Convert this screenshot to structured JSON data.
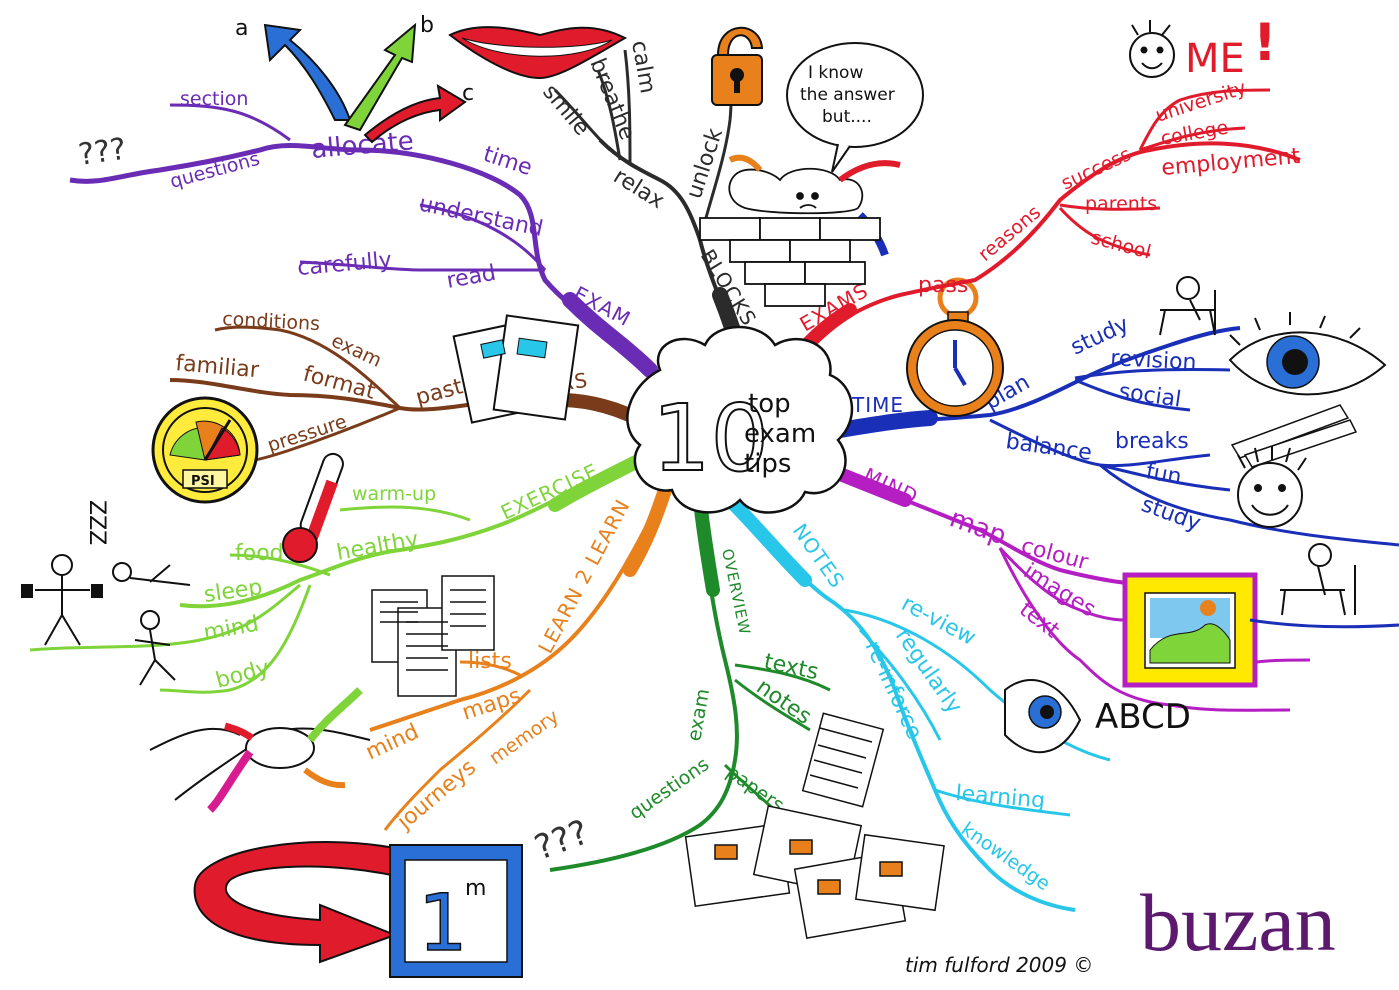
{
  "center": {
    "number": "10",
    "line1": "top",
    "line2": "exam",
    "line3": "tips"
  },
  "branches": {
    "exam": {
      "label": "EXAM",
      "children": [
        "time",
        "understand",
        "read",
        "carefully"
      ],
      "allocate": "allocate",
      "allocate_children": [
        "section",
        "questions"
      ],
      "unknown": "???",
      "arrows": [
        "a",
        "b",
        "c"
      ]
    },
    "papers": {
      "label": "PAPERS",
      "past": "past",
      "children": [
        "conditions",
        "exam",
        "format",
        "familiar",
        "pressure"
      ],
      "gauge": "PSI"
    },
    "exercise": {
      "label": "EXERCISE",
      "children": [
        "warm-up",
        "healthy",
        "food",
        "sleep",
        "mind",
        "body"
      ],
      "sleep_sound": "ZZZ"
    },
    "learn": {
      "label": "LEARN 2 LEARN",
      "children": [
        "lists",
        "maps",
        "mind",
        "memory",
        "journeys"
      ],
      "minute": "1",
      "minute_unit": "m"
    },
    "overview": {
      "label": "OVERVIEW",
      "children": [
        "texts",
        "notes",
        "exam",
        "questions",
        "papers"
      ],
      "unknown": "???"
    },
    "notes": {
      "label": "NOTES",
      "children": [
        "re-view",
        "regularly",
        "re-inforce",
        "learning",
        "knowledge"
      ]
    },
    "mind": {
      "label": "MIND",
      "map": "map",
      "children": [
        "colour",
        "images",
        "text"
      ],
      "letters": "ABCD"
    },
    "time": {
      "label": "TIME",
      "plan": "plan",
      "plan_children": [
        "study",
        "revision",
        "social"
      ],
      "balance": "balance",
      "balance_children": [
        "breaks",
        "fun",
        "study"
      ]
    },
    "exams": {
      "label": "EXAMS",
      "pass": "pass",
      "reasons": "reasons",
      "success": "success",
      "success_children": [
        "university",
        "college",
        "employment"
      ],
      "reason_children": [
        "parents",
        "school"
      ],
      "me": "ME",
      "exclaim": "!"
    },
    "blocks": {
      "label": "BLOCKS",
      "children": [
        "relax",
        "unlock",
        "smile",
        "breathe",
        "calm"
      ],
      "thought": [
        "I know",
        "the answer",
        "but...."
      ]
    }
  },
  "credit": "tim fulford 2009 ©",
  "brand": "buzan",
  "colors": {
    "exam": "#6a2bb5",
    "papers": "#7a3b1a",
    "exercise": "#7fd43a",
    "learn": "#e8801c",
    "overview": "#1f8a2a",
    "notes": "#28c6e8",
    "mind": "#b51ec2",
    "time": "#1a2fb8",
    "exams": "#e01b2c",
    "blocks": "#2b2b2b",
    "brand": "#5b1a6e"
  }
}
